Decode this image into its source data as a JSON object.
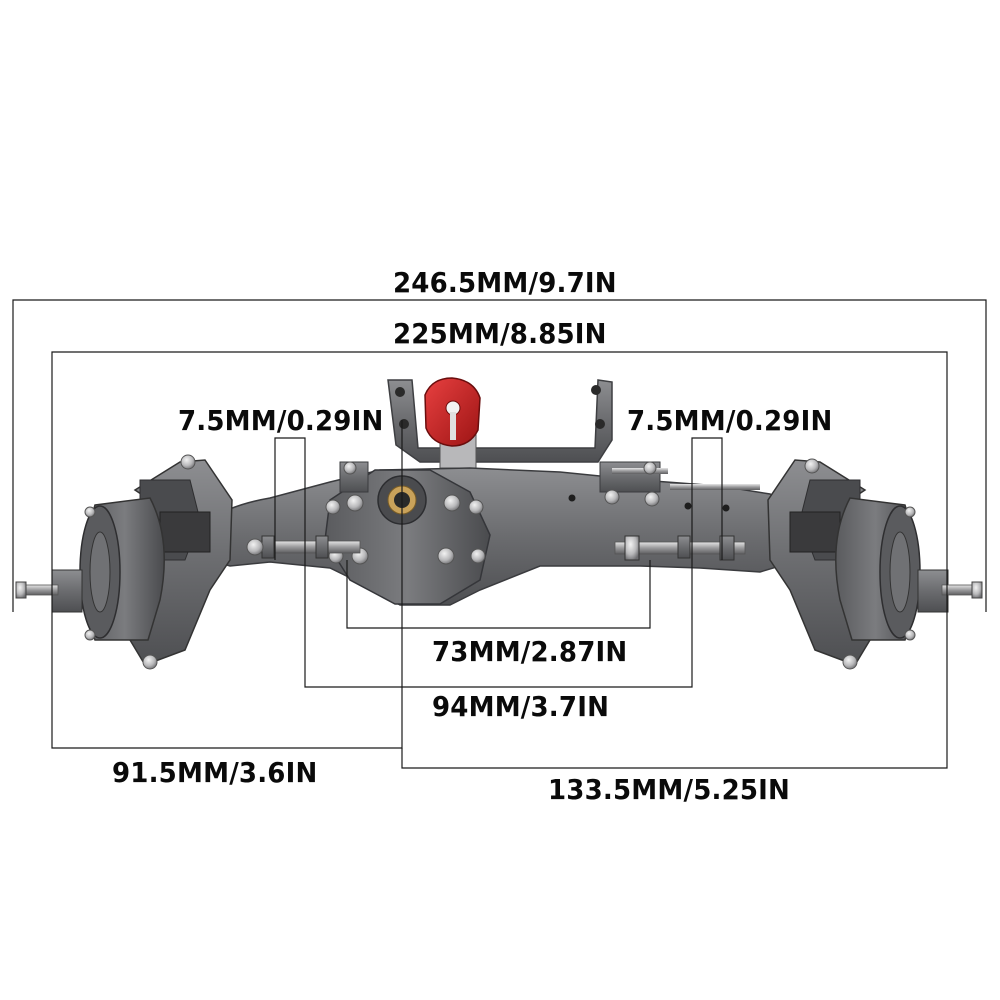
{
  "diagram": {
    "dimensions": {
      "overall_width": "246.5MM/9.7IN",
      "wheel_mount_width": "225MM/8.85IN",
      "link_mount_left": "7.5MM/0.29IN",
      "link_mount_right": "7.5MM/0.29IN",
      "inner_link_spacing": "73MM/2.87IN",
      "outer_link_spacing": "94MM/3.7IN",
      "left_offset": "91.5MM/3.6IN",
      "right_offset": "133.5MM/5.25IN"
    },
    "colors": {
      "axle_gray": "#6e6f72",
      "axle_dark": "#4a4b4e",
      "axle_light": "#9a9b9e",
      "servo_horn_red": "#c81e1e",
      "dimension_line": "#1a1a1a"
    }
  }
}
